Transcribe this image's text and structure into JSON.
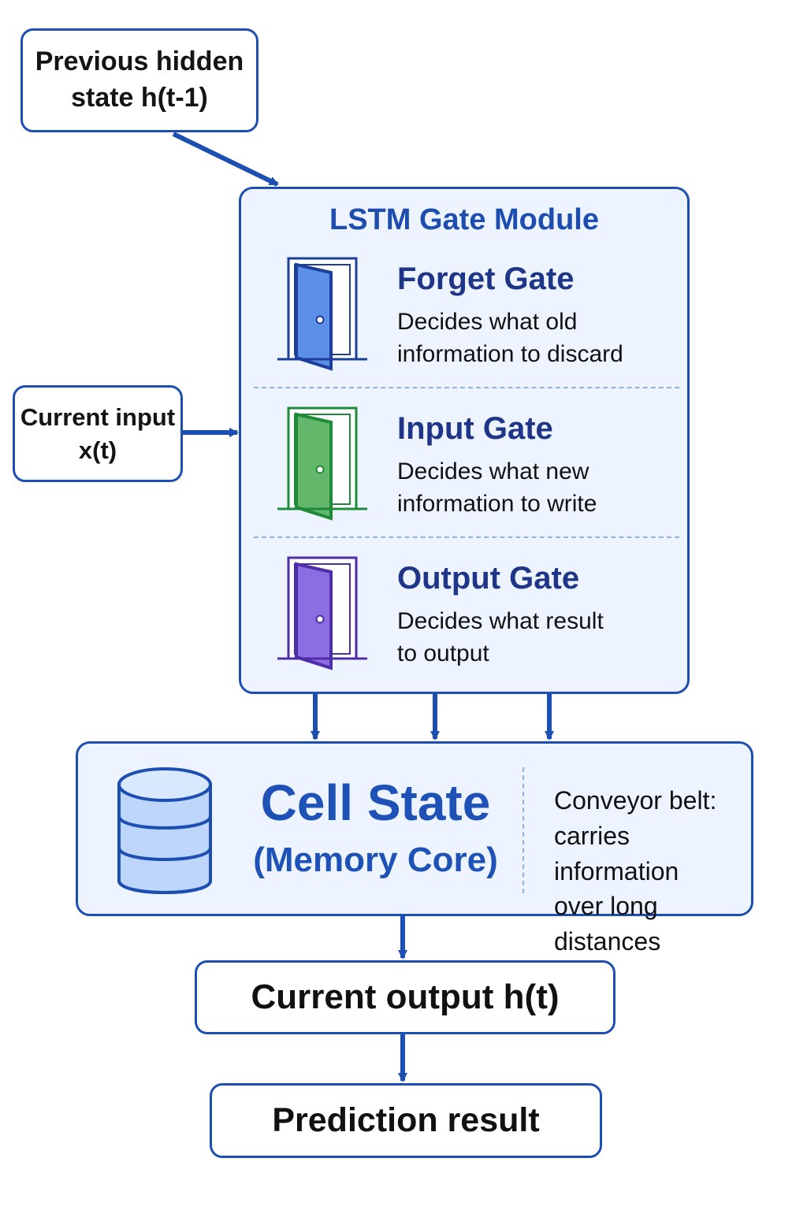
{
  "inputs": {
    "previous_hidden_state": "Previous hidden\nstate h(t-1)",
    "current_input": "Current input\nx(t)"
  },
  "gate_module": {
    "title": "LSTM Gate Module",
    "gates": [
      {
        "name": "Forget Gate",
        "description": "Decides what old\ninformation to discard",
        "icon": "door-icon",
        "color": "#5b8fe8"
      },
      {
        "name": "Input Gate",
        "description": "Decides what new\ninformation to write",
        "icon": "door-icon",
        "color": "#62b76b"
      },
      {
        "name": "Output Gate",
        "description": "Decides what result\nto output",
        "icon": "door-icon",
        "color": "#8d6de2"
      }
    ]
  },
  "cell_state": {
    "title": "Cell State",
    "subtitle": "(Memory Core)",
    "note": "Conveyor belt:\ncarries information\nover long distances",
    "icon": "database-icon"
  },
  "outputs": {
    "current_output": "Current output h(t)",
    "prediction": "Prediction result"
  },
  "colors": {
    "stroke": "#1d4fb3",
    "panel_fill": "#edf4ff",
    "title_blue": "#1e4db0",
    "divider": "#8db0ea"
  }
}
